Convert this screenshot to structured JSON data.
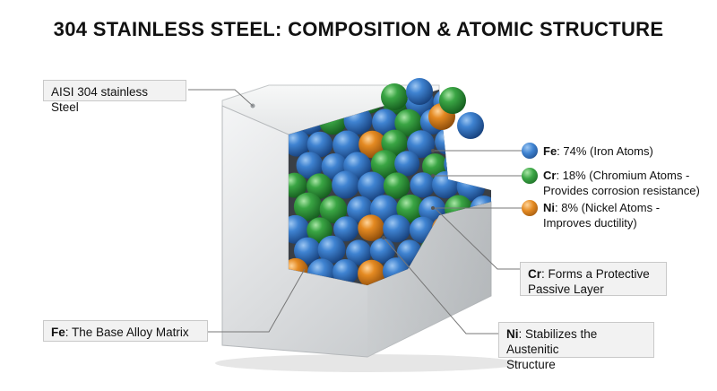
{
  "title": "304 STAINLESS STEEL: COMPOSITION & ATOMIC STRUCTURE",
  "colors": {
    "iron": "#2f6fbf",
    "chromium": "#2f9a3a",
    "nickel": "#d9821e",
    "steel": "#d6d8da"
  },
  "labels": {
    "material": "AISI 304 stainless Steel",
    "fe_role_symbol": "Fe",
    "fe_role_text": ": The Base Alloy Matrix",
    "cr_role_symbol": "Cr",
    "cr_role_text_1": ": Forms a Protective",
    "cr_role_text_2": "Passive Layer",
    "ni_role_symbol": "Ni",
    "ni_role_text_1": ": Stabilizes the Austenitic",
    "ni_role_text_2": "Structure"
  },
  "legend": [
    {
      "symbol": "Fe",
      "line1": ": 74% (Iron Atoms)",
      "line2": ""
    },
    {
      "symbol": "Cr",
      "line1": ": 18% (Chromium Atoms -",
      "line2": "Provides corrosion resistance)"
    },
    {
      "symbol": "Ni",
      "line1": ": 8% (Nickel Atoms -",
      "line2": "Improves ductility)"
    }
  ]
}
